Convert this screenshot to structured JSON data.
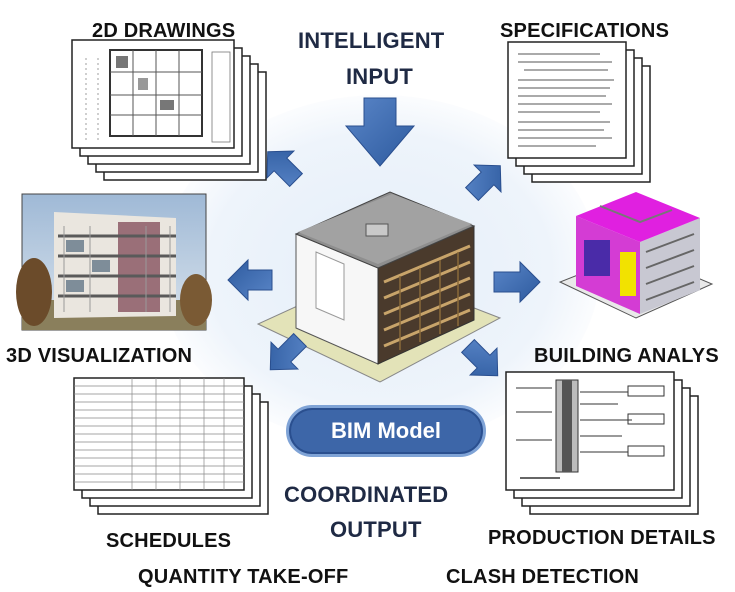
{
  "header": {
    "input_line1": "INTELLIGENT",
    "input_line2": "INPUT"
  },
  "labels": {
    "drawings": "2D DRAWINGS",
    "specifications": "SPECIFICATIONS",
    "visualization": "3D VISUALIZATION",
    "analysis": "BUILDING ANALYS",
    "schedules": "SCHEDULES",
    "quantity": "QUANTITY TAKE-OFF",
    "production": "PRODUCTION DETAILS",
    "clash": "CLASH DETECTION"
  },
  "center": {
    "model_label": "BIM Model"
  },
  "footer": {
    "output_line1": "COORDINATED",
    "output_line2": "OUTPUT"
  },
  "colors": {
    "arrow": "#3f6db3",
    "pill": "#3d66a8",
    "analysis_magenta": "#e020e0",
    "analysis_yellow": "#f2e200"
  },
  "icons": [
    "drawing-sheets-stack",
    "specification-pages-stack",
    "rendered-building-photo",
    "analysis-model",
    "schedule-table-stack",
    "detail-drawing-stack",
    "bim-building-model"
  ]
}
